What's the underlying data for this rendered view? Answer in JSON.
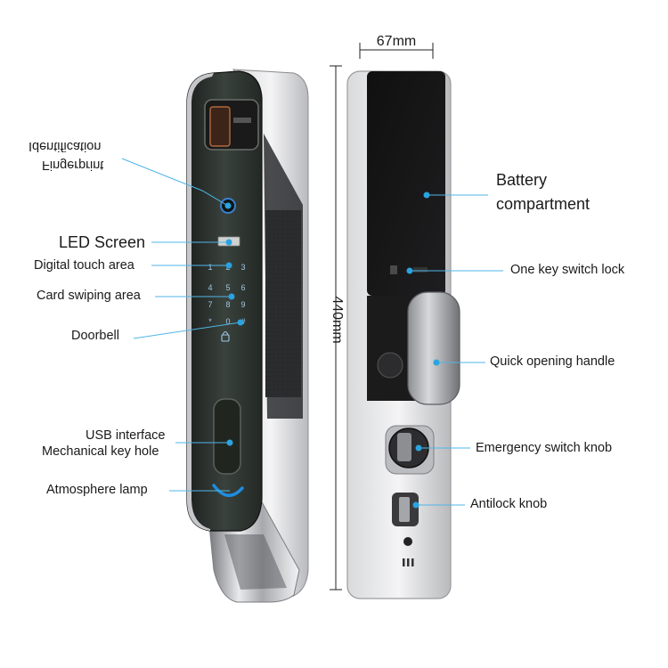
{
  "dimensions": {
    "width_label": "67mm",
    "height_label": "440mm"
  },
  "front_labels": {
    "fingerprint_identification_line1": "Identification",
    "fingerprint_identification_line2": "Fingerprint",
    "led_screen": "LED Screen",
    "digital_touch_area": "Digital touch area",
    "card_swiping_area": "Card swiping area",
    "doorbell": "Doorbell",
    "usb_interface": "USB interface",
    "mechanical_key_hole": "Mechanical key hole",
    "atmosphere_lamp": "Atmosphere lamp"
  },
  "back_labels": {
    "battery_compartment_line1": "Battery",
    "battery_compartment_line2": "compartment",
    "one_key_switch_lock": "One key switch lock",
    "quick_opening_handle": "Quick opening handle",
    "emergency_switch_knob": "Emergency switch knob",
    "antilock_knob": "Antilock knob"
  },
  "keypad": {
    "keys": [
      "1",
      "2",
      "3",
      "4",
      "5",
      "6",
      "7",
      "8",
      "9",
      "*",
      "0",
      "#"
    ]
  },
  "colors": {
    "callout_line": "#4fb6e8",
    "callout_dot": "#2aa3e0",
    "lock_body_dark": "#2a302c",
    "chrome": "#c9cacc",
    "keypad_glow": "#9fc7e6"
  }
}
